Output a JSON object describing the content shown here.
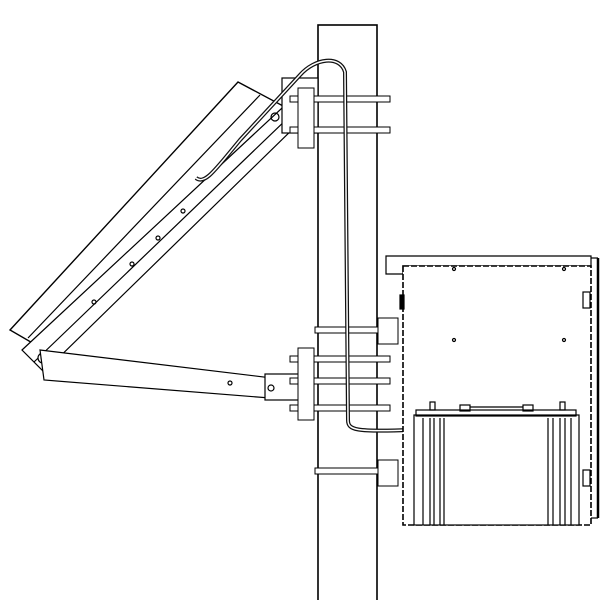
{
  "colors": {
    "line": "#000000",
    "background": "#ffffff",
    "cable": "#111111"
  },
  "components": [
    "pole",
    "solar-panel",
    "mounting-rail",
    "support-strut",
    "u-bolt-clamps",
    "cable",
    "enclosure",
    "battery"
  ]
}
